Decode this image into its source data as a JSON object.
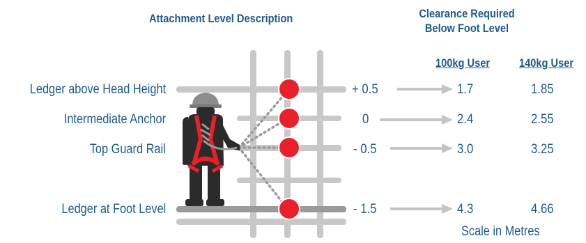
{
  "headers": {
    "attachment": "Attachment Level Description",
    "clearance_line1": "Clearance Required",
    "clearance_line2": "Below Foot Level",
    "col_100": "100kg User",
    "col_140": "140kg User"
  },
  "rows": [
    {
      "label": "Ledger above Head Height",
      "offset": "+ 0.5",
      "user100": "1.7",
      "user140": "1.85"
    },
    {
      "label": "Intermediate Anchor",
      "offset": "0",
      "user100": "2.4",
      "user140": "2.55"
    },
    {
      "label": "Top Guard Rail",
      "offset": "- 0.5",
      "user100": "3.0",
      "user140": "3.25"
    },
    {
      "label": "Ledger at Foot Level",
      "offset": "- 1.5",
      "user100": "4.3",
      "user140": "4.66"
    }
  ],
  "scale_note": "Scale in Metres",
  "colors": {
    "text": "#1f5a8a",
    "scaffold": "#c8c8c8",
    "deck": "#9a9a9a",
    "anchor": "#e8202a",
    "harness": "#e8202a",
    "worker": "#2b2b2b",
    "helmet": "#8c8c8c",
    "arrow": "#c4c4c4",
    "lanyard": "#9a9a9a"
  },
  "icons": {
    "worker": "construction-worker-icon",
    "anchor": "anchor-point-icon",
    "arrow": "arrow-right-icon"
  }
}
